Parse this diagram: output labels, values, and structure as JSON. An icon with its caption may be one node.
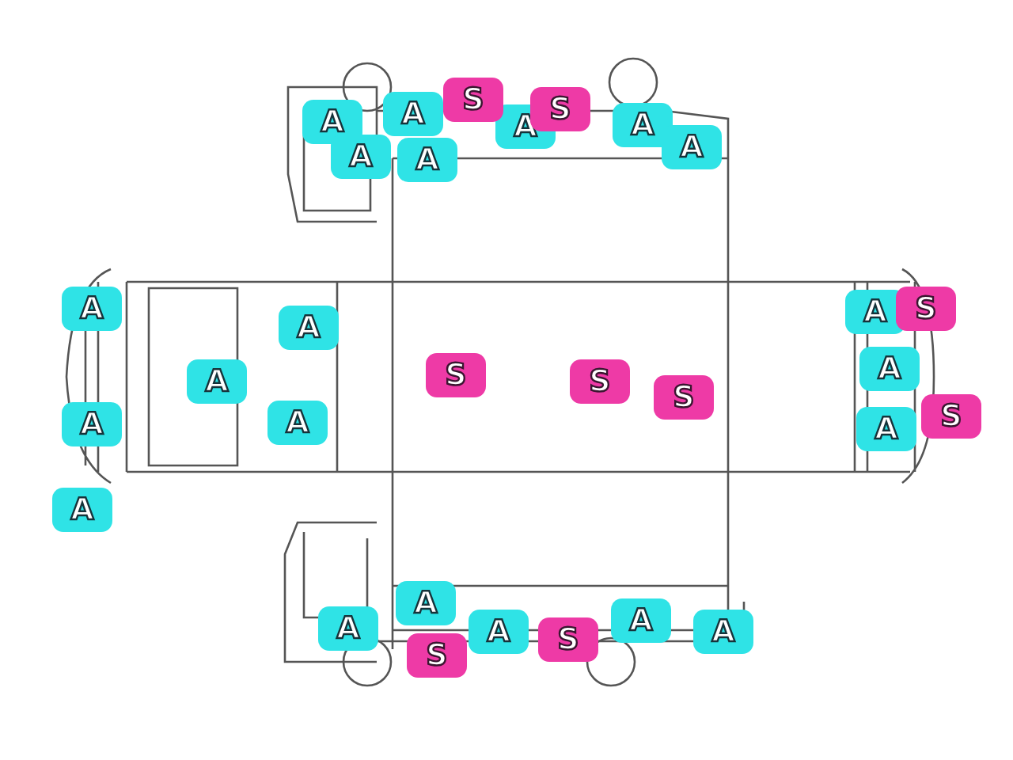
{
  "diagram": {
    "labels": [
      "A",
      "A",
      "S",
      "A",
      "S",
      "A",
      "A",
      "A",
      "A",
      "A",
      "A",
      "A",
      "S",
      "A",
      "S",
      "S",
      "S",
      "A",
      "A",
      "A",
      "A",
      "S",
      "A",
      "A",
      "A",
      "S",
      "A",
      "S",
      "A",
      "A"
    ]
  }
}
